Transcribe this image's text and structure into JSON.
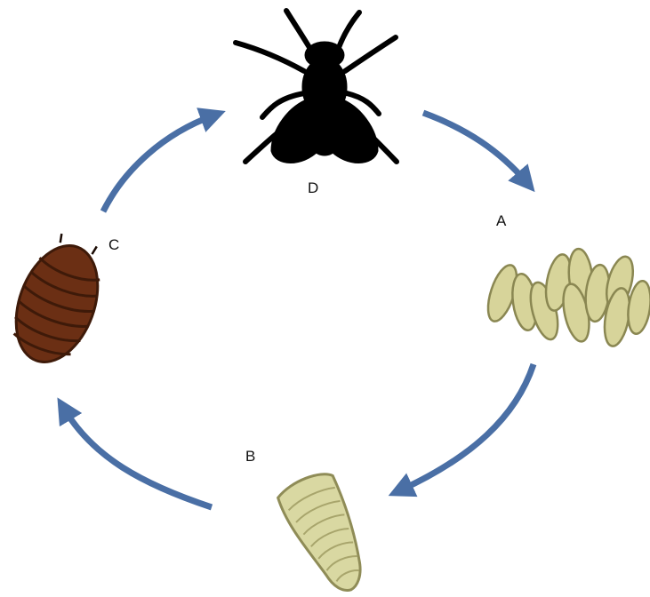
{
  "labels": {
    "D": "D",
    "A": "A",
    "B": "B",
    "C": "C"
  },
  "colors": {
    "arrow": "#4a6fa5",
    "fly": "#000000",
    "egg_fill": "#d7d49a",
    "egg_stroke": "#8a8752",
    "larva_fill": "#d9d8a2",
    "larva_stroke": "#8f8c57",
    "pupa_fill": "#6b2f14",
    "pupa_band": "#3e1a09"
  },
  "icons": [
    "fly-icon",
    "eggs-icon",
    "larva-icon",
    "pupa-icon"
  ]
}
